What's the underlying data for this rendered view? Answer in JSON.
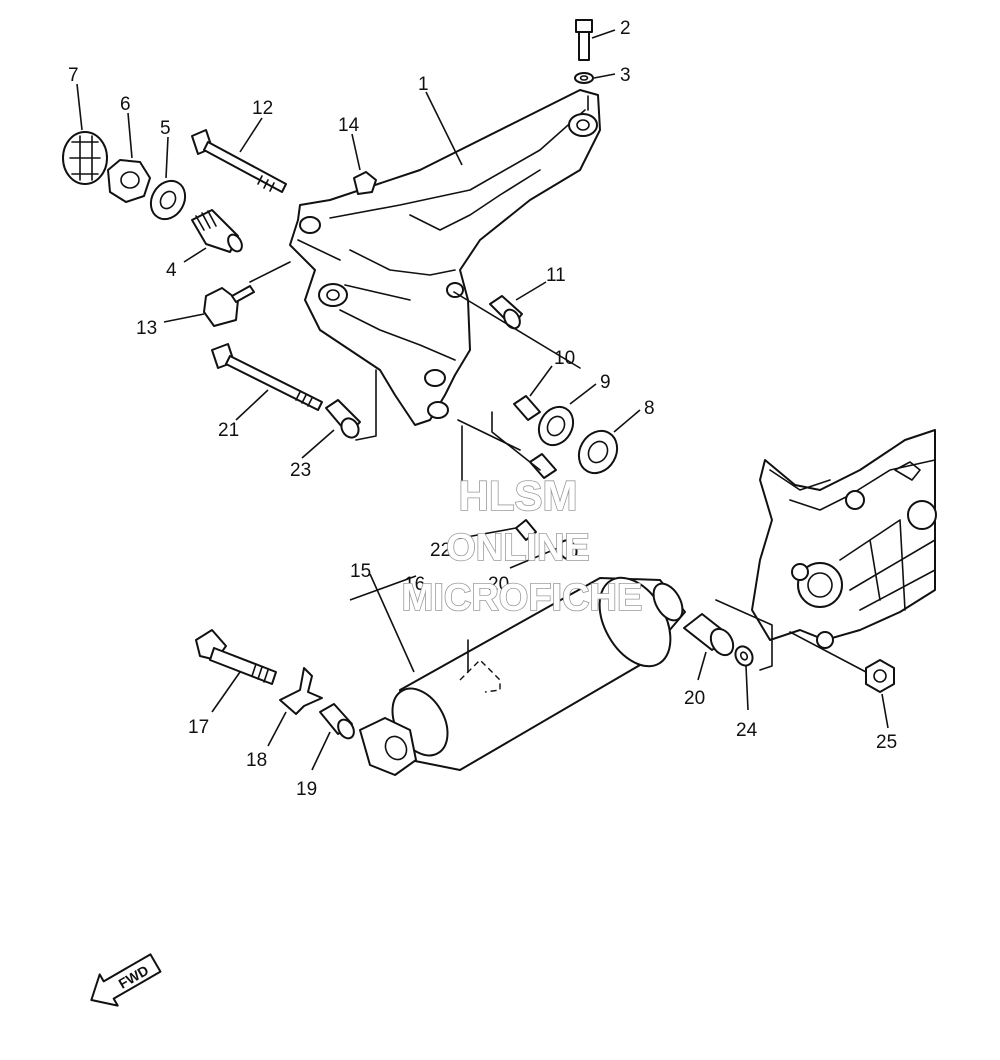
{
  "callouts": {
    "c1": "1",
    "c2": "2",
    "c3": "3",
    "c4": "4",
    "c5": "5",
    "c6": "6",
    "c7": "7",
    "c8": "8",
    "c9": "9",
    "c10": "10",
    "c11": "11",
    "c12": "12",
    "c13": "13",
    "c14": "14",
    "c15": "15",
    "c16": "16",
    "c17": "17",
    "c18": "18",
    "c19": "19",
    "c20a": "20",
    "c20b": "20",
    "c21": "21",
    "c22": "22",
    "c23": "23",
    "c24": "24",
    "c25": "25"
  },
  "watermark": {
    "line1": "HLSM",
    "line2": "ONLINE",
    "line3": "MICROFICHE"
  },
  "direction_arrow": {
    "label": "FWD",
    "icon": "fwd-arrow-icon"
  }
}
